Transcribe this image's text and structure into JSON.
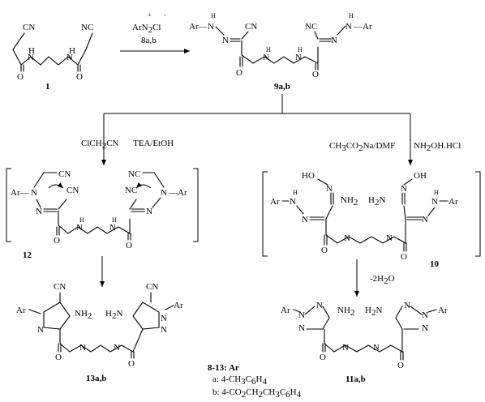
{
  "labels": {
    "c1": "1",
    "c9": "9a,b",
    "c10": "10",
    "c11": "11a,b",
    "c12": "12",
    "c13": "13a,b"
  },
  "atoms": {
    "cn": "CN",
    "nc": "NC",
    "n": "N",
    "h": "H",
    "o": "O",
    "ar_dash": "Ar—",
    "ar": "Ar",
    "dash_ar": "—Ar",
    "hn": "HN",
    "oh": "OH",
    "ho": "HO",
    "nh2": "NH",
    "h2n": "H",
    "sub2": "2"
  },
  "reagents": {
    "ar_n2cl": "ArN",
    "ar_n2cl_sub": "2",
    "ar_n2cl_tail": "Cl",
    "plus": "+",
    "minus": "-",
    "r1": "8a,b",
    "clch2cn": "ClCH",
    "clch2cn_sub": "2",
    "clch2cn_tail": "CN",
    "tea": "TEA/EtOH",
    "ch3co2na": "CH",
    "ch3co2na_sub1": "3",
    "ch3co2na_mid": "CO",
    "ch3co2na_sub2": "2",
    "ch3co2na_tail": "Na/DMF",
    "nh2oh": "NH",
    "nh2oh_sub": "2",
    "nh2oh_tail": "OH.HCl",
    "minus2h2o": "-2H",
    "minus2h2o_sub": "2",
    "minus2h2o_tail": "O"
  },
  "legend": {
    "title": "8-13: Ar",
    "a_prefix": "a: 4-CH",
    "a_sub1": "3",
    "a_mid": "C",
    "a_sub2": "6",
    "a_tail": "H",
    "a_sub3": "4",
    "b_prefix": "b: 4-CO",
    "b_sub1": "2",
    "b_mid1": "CH",
    "b_sub2": "2",
    "b_mid2": "CH",
    "b_sub3": "3",
    "b_mid3": "C",
    "b_sub4": "6",
    "b_tail": "H",
    "b_sub5": "4"
  }
}
